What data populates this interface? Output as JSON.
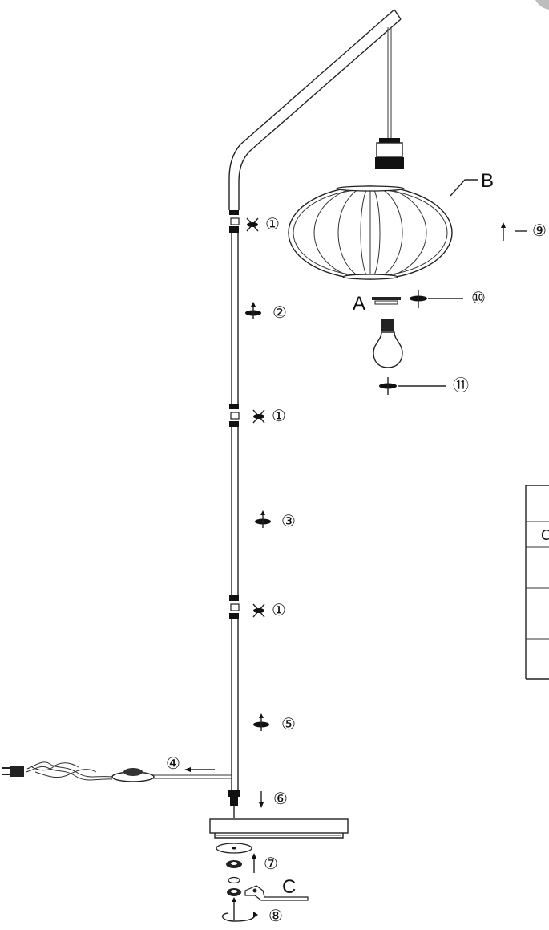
{
  "labels": {
    "A": "A",
    "B": "B",
    "C": "C"
  },
  "steps": {
    "s1_top": "①",
    "s1_mid": "①",
    "s1_low": "①",
    "s2": "②",
    "s3": "③",
    "s4": "④",
    "s5": "⑤",
    "s6": "⑥",
    "s7": "⑦",
    "s8": "⑧",
    "s9": "⑨",
    "s10": "⑩",
    "s11": "⑪"
  },
  "parts_table": {
    "visible_fragment": "C"
  }
}
